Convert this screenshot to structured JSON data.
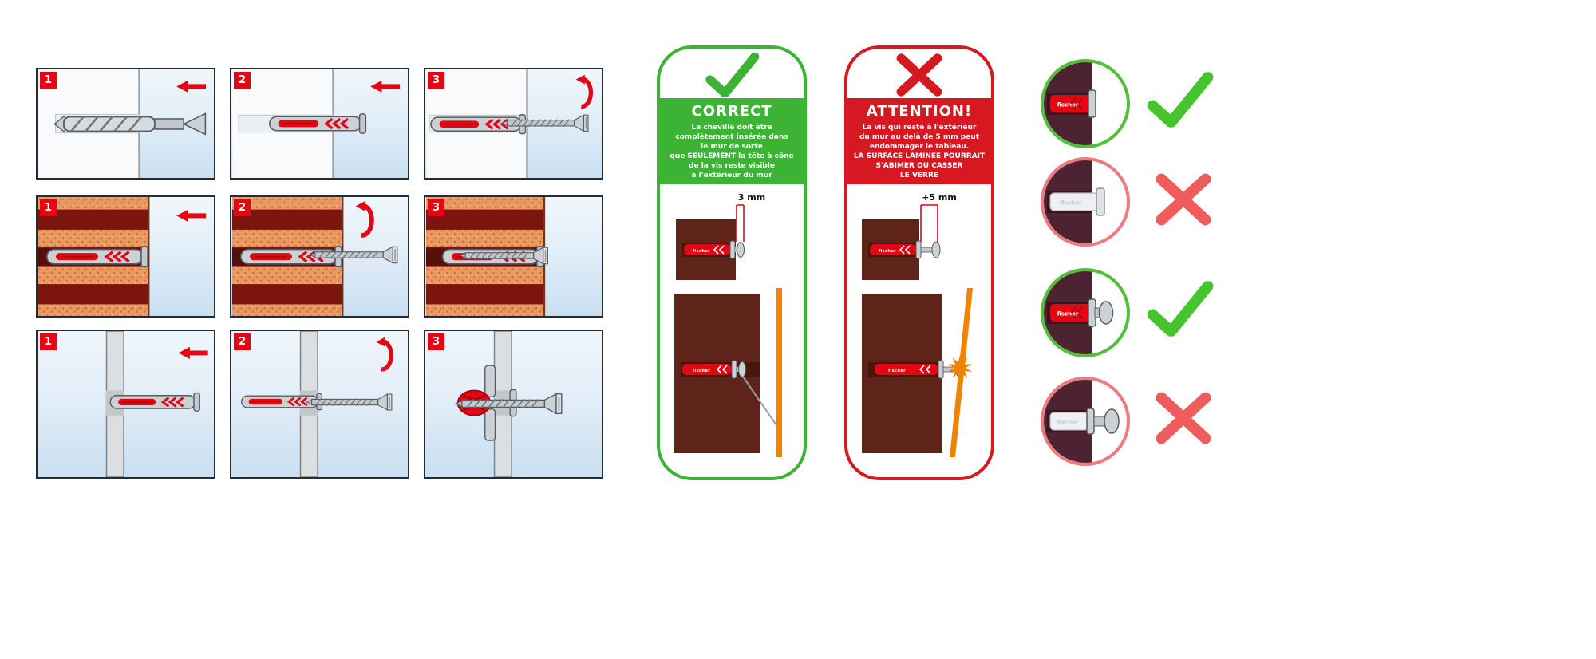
{
  "colors": {
    "brand-red": "#e30613",
    "ok-green": "#3cb335",
    "alert-red": "#d61920",
    "check-green": "#46c42e",
    "cross-red": "#ee5c5c",
    "circle-green": "#53c03c",
    "circle-red": "#ef7b80",
    "orange": "#f08300",
    "wall-brown": "#5e241a",
    "circle-maroon": "#4e2331"
  },
  "brand": "fischer",
  "steps": {
    "rows": [
      {
        "name": "solid-wall",
        "steps": [
          "1",
          "2",
          "3"
        ]
      },
      {
        "name": "brick-wall",
        "steps": [
          "1",
          "2",
          "3"
        ]
      },
      {
        "name": "hollow-wall",
        "steps": [
          "1",
          "2",
          "3"
        ]
      }
    ]
  },
  "correct_card": {
    "title": "CORRECT",
    "body": "La cheville doit être\ncomplètement insérée dans\nle mur de sorte\nque SEULEMENT la tête à cône\nde la vis reste visible\nà l'extérieur du mur",
    "dimension": "3 mm"
  },
  "attention_card": {
    "title": "ATTENTION!",
    "body": "La vis qui reste à l'extérieur\ndu mur au delà de 5 mm peut\nendommager le tableau.\nLA SURFACE LAMINEE POURRAIT\nS'ABIMER OU CASSER\nLE VERRE",
    "dimension": "+5 mm"
  },
  "examples": [
    {
      "name": "anchor-flush",
      "verdict": "correct"
    },
    {
      "name": "anchor-protruding",
      "verdict": "wrong"
    },
    {
      "name": "screw-head-close",
      "verdict": "correct"
    },
    {
      "name": "screw-head-far",
      "verdict": "wrong"
    }
  ]
}
